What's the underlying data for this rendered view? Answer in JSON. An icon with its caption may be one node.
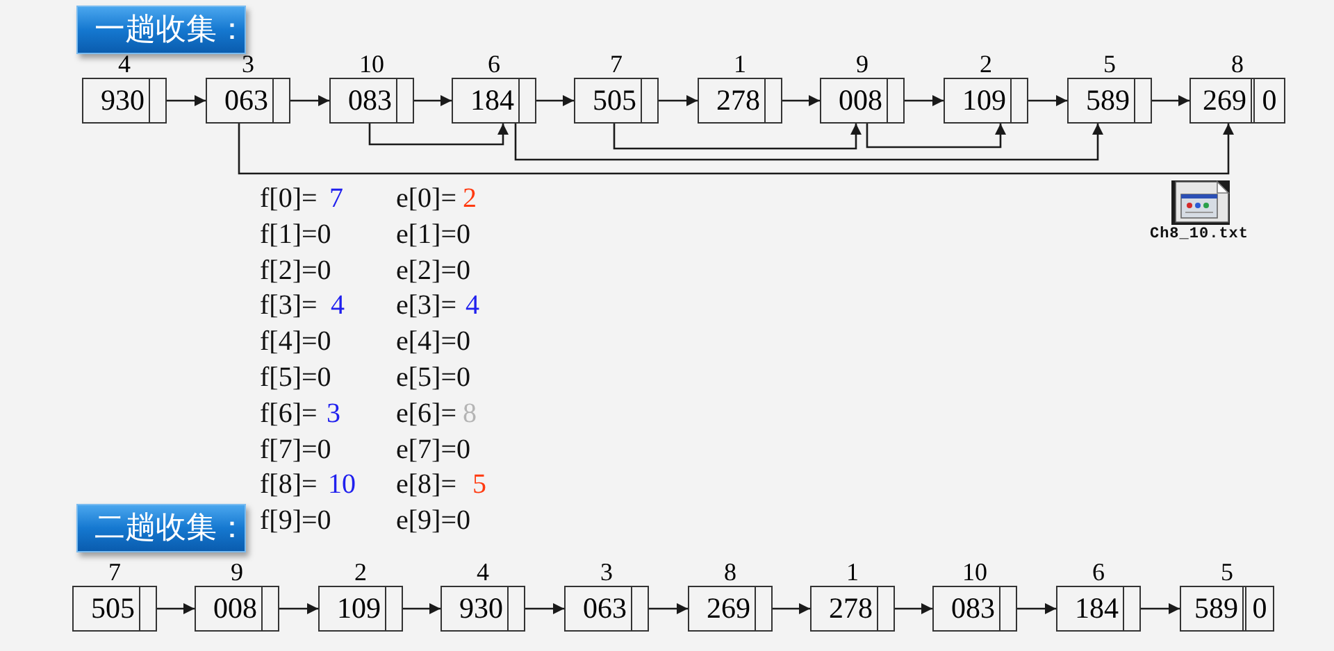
{
  "diagram": {
    "nodes": [
      {
        "text": [
          "一趟收集："
        ]
      },
      {
        "text": [
          "930"
        ],
        "beside": [
          "4"
        ]
      },
      {
        "text": [
          "063"
        ],
        "beside": [
          "3"
        ]
      },
      {
        "text": [
          "083"
        ],
        "beside": [
          "10"
        ]
      },
      {
        "text": [
          "184"
        ],
        "beside": [
          "6"
        ]
      },
      {
        "text": [
          "505"
        ],
        "beside": [
          "7"
        ]
      },
      {
        "text": [
          "278"
        ],
        "beside": [
          "1"
        ]
      },
      {
        "text": [
          "008"
        ],
        "beside": [
          "9"
        ]
      },
      {
        "text": [
          "109"
        ],
        "beside": [
          "2"
        ]
      },
      {
        "text": [
          "589"
        ],
        "beside": [
          "5"
        ]
      },
      {
        "text": [
          "269",
          "0"
        ],
        "beside": [
          "8"
        ]
      },
      {
        "text": [
          "二趟收集："
        ]
      },
      {
        "text": [
          "505"
        ],
        "beside": [
          "7"
        ]
      },
      {
        "text": [
          "008"
        ],
        "beside": [
          "9"
        ]
      },
      {
        "text": [
          "109"
        ],
        "beside": [
          "2"
        ]
      },
      {
        "text": [
          "930"
        ],
        "beside": [
          "4"
        ]
      },
      {
        "text": [
          "063"
        ],
        "beside": [
          "3"
        ]
      },
      {
        "text": [
          "269"
        ],
        "beside": [
          "8"
        ]
      },
      {
        "text": [
          "278"
        ],
        "beside": [
          "1"
        ]
      },
      {
        "text": [
          "083"
        ],
        "beside": [
          "10"
        ]
      },
      {
        "text": [
          "184"
        ],
        "beside": [
          "6"
        ]
      },
      {
        "text": [
          "589",
          "0"
        ],
        "beside": [
          "5"
        ]
      }
    ],
    "edges": [
      {
        "from": 1,
        "to": 2,
        "arrow": "to"
      },
      {
        "from": 2,
        "to": 3,
        "arrow": "to"
      },
      {
        "from": 3,
        "to": 4,
        "arrow": "to"
      },
      {
        "from": 4,
        "to": 5,
        "arrow": "to"
      },
      {
        "from": 5,
        "to": 6,
        "arrow": "to"
      },
      {
        "from": 6,
        "to": 7,
        "arrow": "to"
      },
      {
        "from": 7,
        "to": 8,
        "arrow": "to"
      },
      {
        "from": 8,
        "to": 9,
        "arrow": "to"
      },
      {
        "from": 9,
        "to": 10,
        "arrow": "to"
      },
      {
        "from": 2,
        "to": 10,
        "arrow": "to"
      },
      {
        "from": 3,
        "to": 4,
        "arrow": "to"
      },
      {
        "from": 4,
        "to": 9,
        "arrow": "to"
      },
      {
        "from": 5,
        "to": 7,
        "arrow": "to"
      },
      {
        "from": 7,
        "to": 8,
        "arrow": "to"
      },
      {
        "from": 12,
        "to": 13,
        "arrow": "to"
      },
      {
        "from": 13,
        "to": 14,
        "arrow": "to"
      },
      {
        "from": 14,
        "to": 15,
        "arrow": "to"
      },
      {
        "from": 15,
        "to": 16,
        "arrow": "to"
      },
      {
        "from": 16,
        "to": 17,
        "arrow": "to"
      },
      {
        "from": 17,
        "to": 18,
        "arrow": "to"
      },
      {
        "from": 18,
        "to": 19,
        "arrow": "to"
      },
      {
        "from": 19,
        "to": 20,
        "arrow": "to"
      },
      {
        "from": 20,
        "to": 21,
        "arrow": "to"
      }
    ],
    "labels": [
      "f[0]=",
      "7",
      "e[0]=",
      "2",
      "f[1]=0",
      "e[1]=0",
      "f[2]=0",
      "e[2]=0",
      "f[3]=",
      "4",
      "e[3]=",
      "4",
      "f[4]=0",
      "e[4]=0",
      "f[5]=0",
      "e[5]=0",
      "f[6]=",
      "3",
      "e[6]=",
      "8",
      "f[7]=0",
      "e[7]=0",
      "f[8]=",
      "10",
      "e[8]=",
      "5",
      "f[9]=0",
      "e[9]=0",
      "Ch8_10.txt"
    ]
  }
}
